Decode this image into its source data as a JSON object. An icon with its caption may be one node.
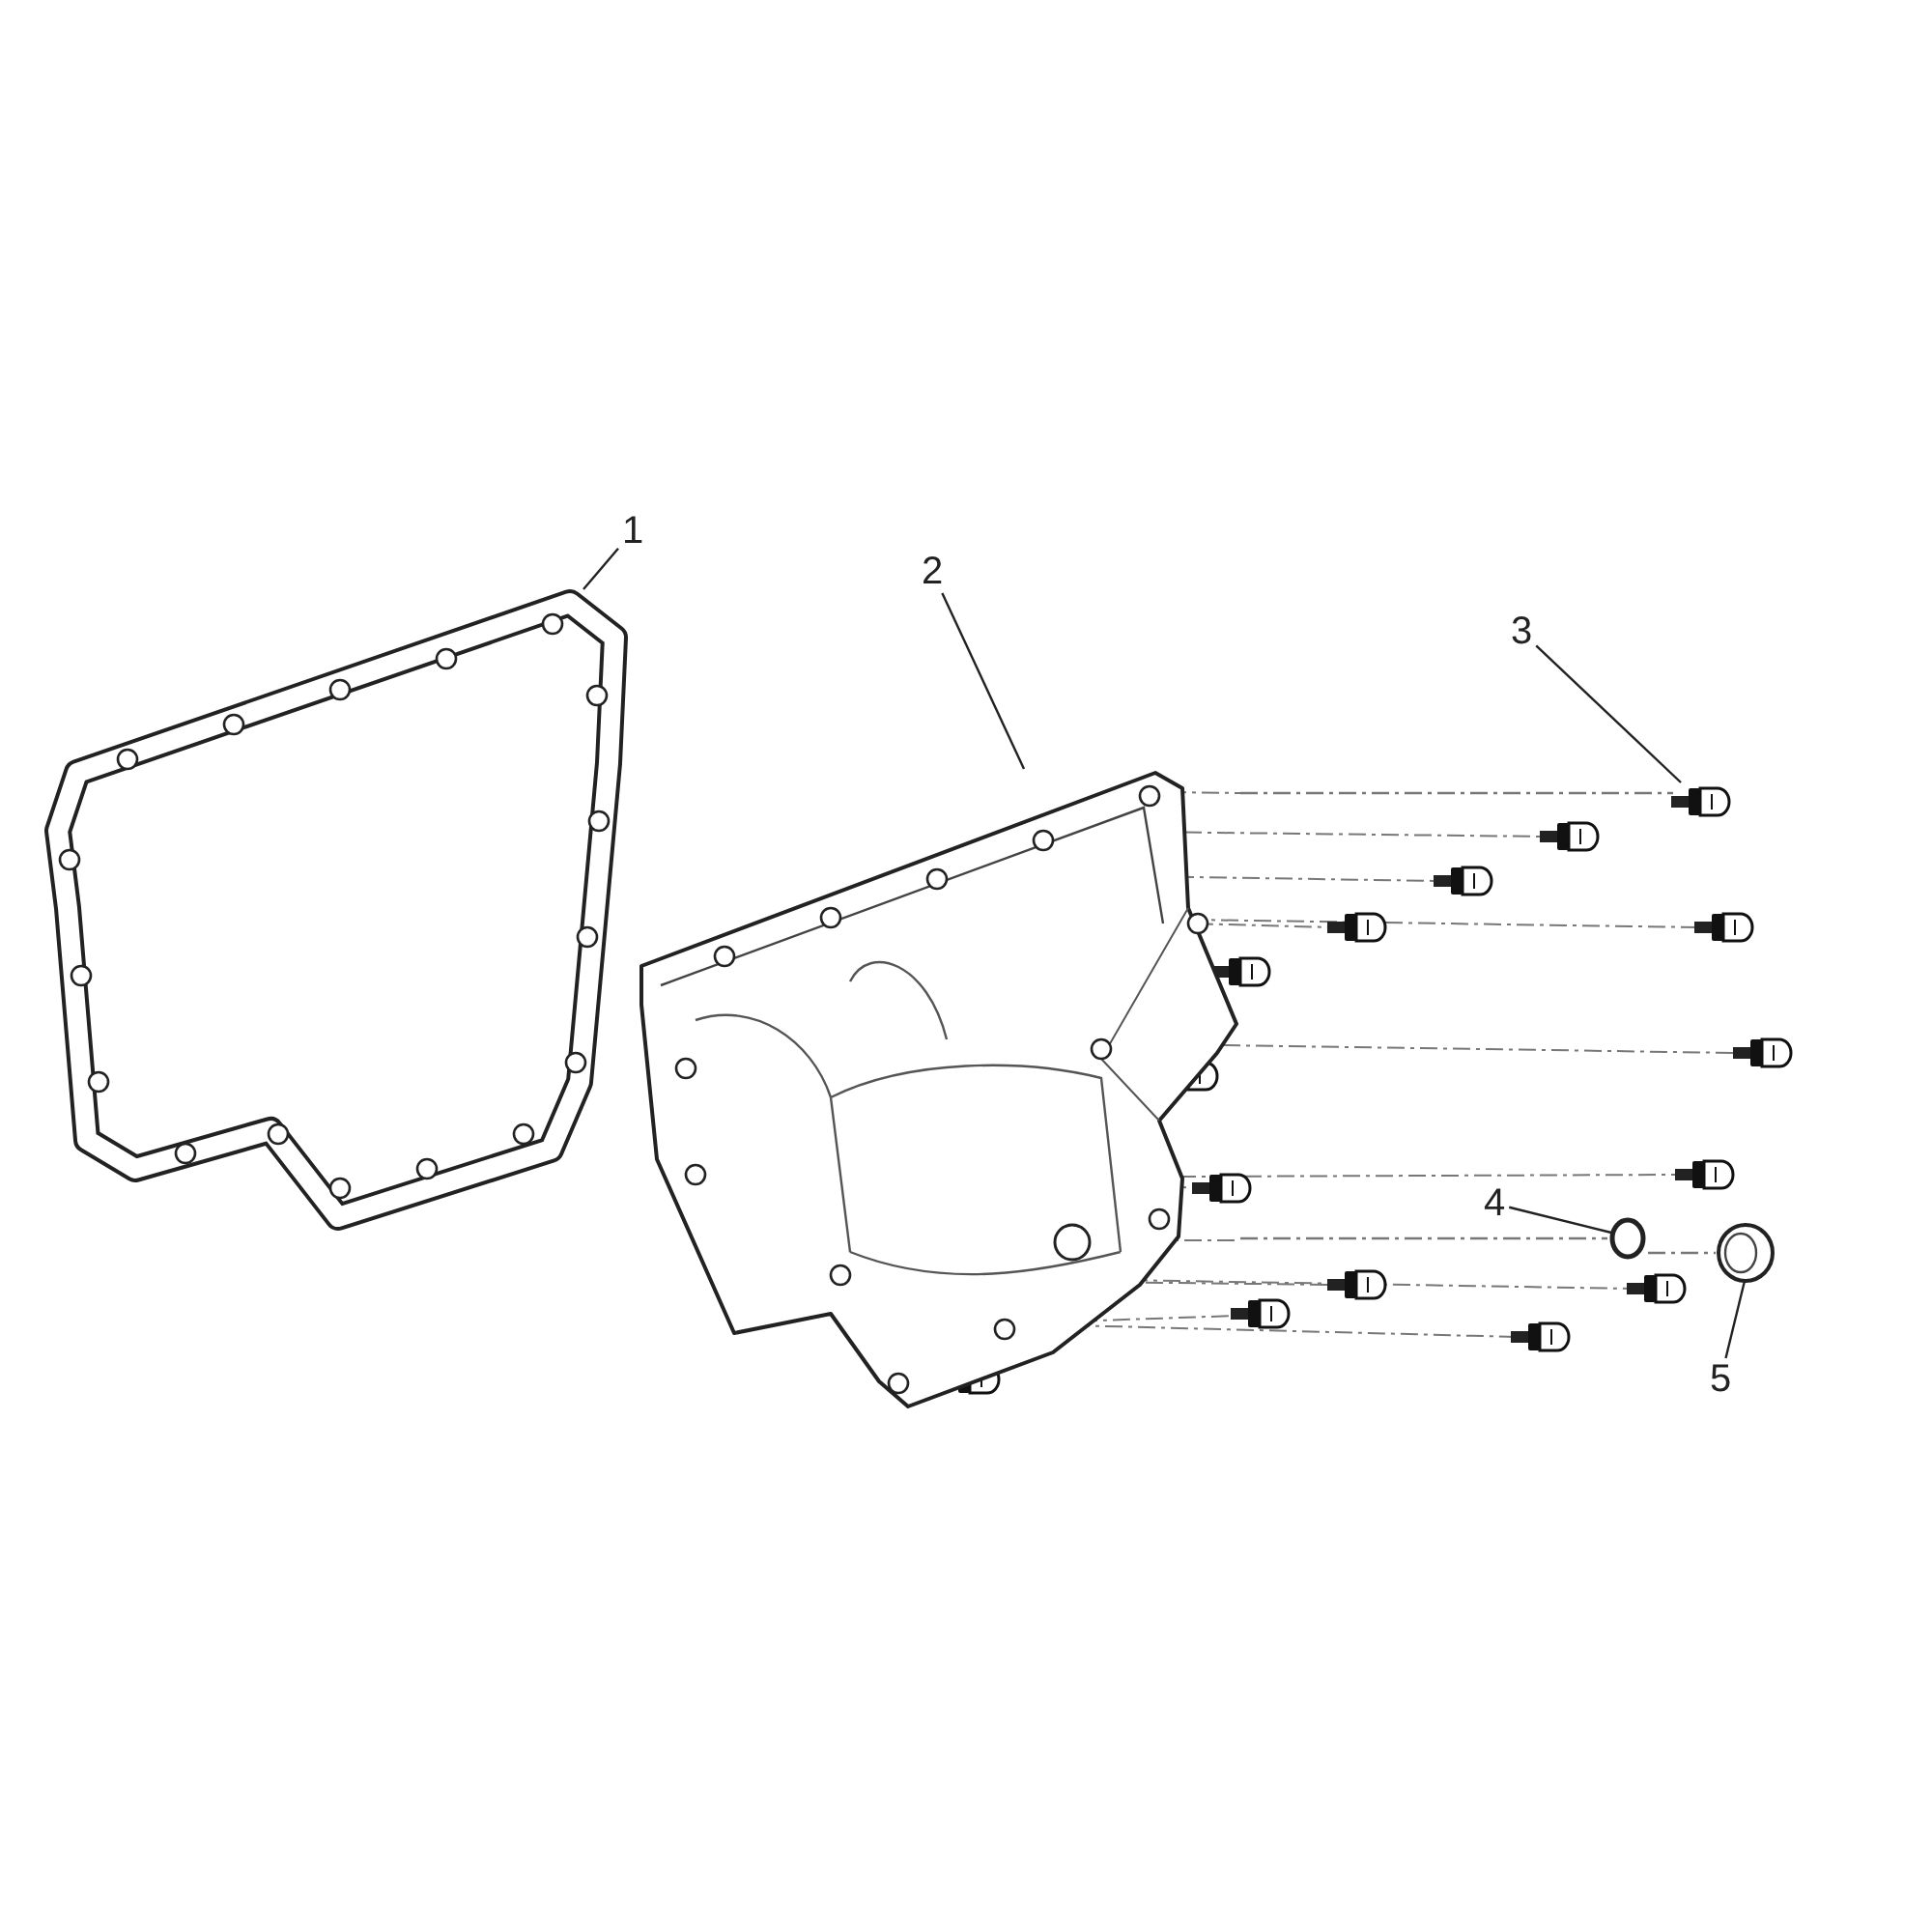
{
  "diagram": {
    "nodes": [
      {
        "text": [
          "1"
        ]
      },
      {
        "text": [],
        "shape": "picture"
      },
      {
        "text": [
          "2"
        ]
      },
      {
        "text": [],
        "shape": "picture"
      },
      {
        "text": [
          "3"
        ]
      },
      {
        "text": [],
        "shape": "picture"
      },
      {
        "text": [
          "4"
        ]
      },
      {
        "text": [],
        "shape": "circle"
      },
      {
        "text": [
          "5"
        ]
      },
      {
        "text": [],
        "shape": "picture"
      }
    ],
    "edges": [
      {
        "from": 0,
        "to": 1,
        "arrow": "none"
      },
      {
        "from": 2,
        "to": 3,
        "arrow": "none"
      },
      {
        "from": 4,
        "to": 5,
        "arrow": "none"
      },
      {
        "from": 6,
        "to": 7,
        "arrow": "none"
      },
      {
        "from": 8,
        "to": 9,
        "arrow": "none"
      },
      {
        "from": 3,
        "to": 5,
        "arrow": "none",
        "style": "dashed",
        "color": "#777777"
      },
      {
        "from": 3,
        "to": 7,
        "arrow": "none",
        "style": "dashed",
        "color": "#777777"
      },
      {
        "from": 7,
        "to": 9,
        "arrow": "none",
        "style": "dashed",
        "color": "#777777"
      }
    ]
  }
}
